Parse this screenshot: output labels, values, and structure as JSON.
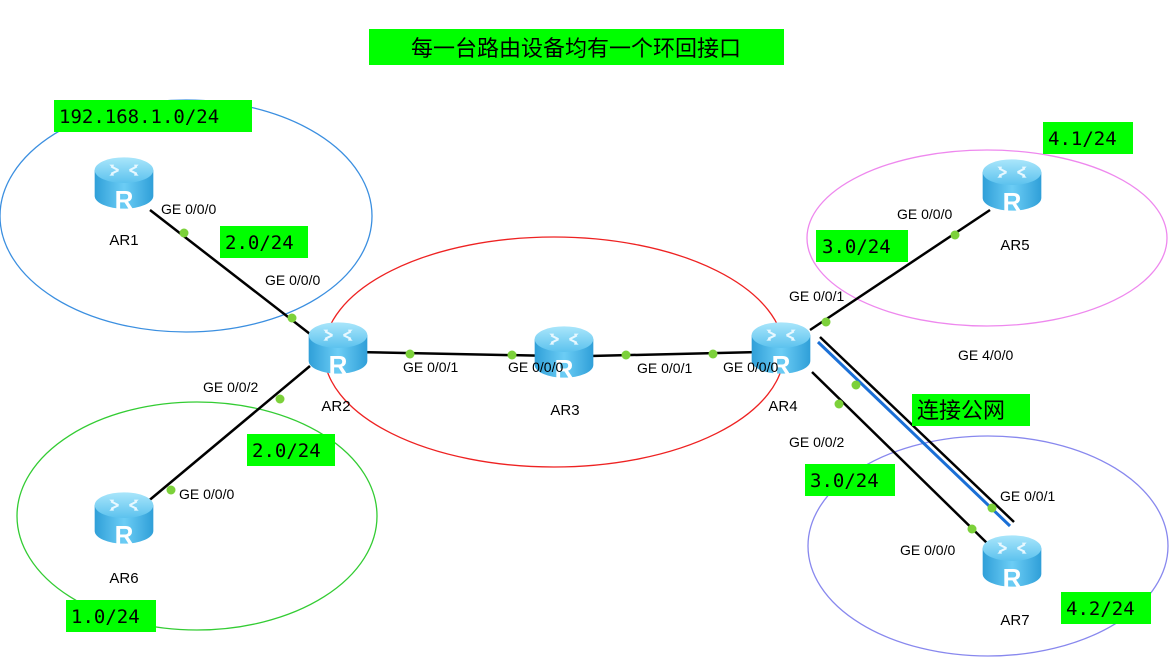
{
  "title": "每一台路由设备均有一个环回接口",
  "routers": [
    {
      "id": "ar1",
      "name": "AR1",
      "glyph": "R"
    },
    {
      "id": "ar2",
      "name": "AR2",
      "glyph": "R"
    },
    {
      "id": "ar3",
      "name": "AR3",
      "glyph": "R"
    },
    {
      "id": "ar4",
      "name": "AR4",
      "glyph": "R"
    },
    {
      "id": "ar5",
      "name": "AR5",
      "glyph": "R"
    },
    {
      "id": "ar6",
      "name": "AR6",
      "glyph": "R"
    },
    {
      "id": "ar7",
      "name": "AR7",
      "glyph": "R"
    }
  ],
  "subnet_labels": {
    "ar1_loop": "192.168.1.0/24",
    "ar1_ar2": "2.0/24",
    "ar2_ar6": "2.0/24",
    "ar6_loop": "1.0/24",
    "ar4_ar5": "3.0/24",
    "ar5_loop": "4.1/24",
    "ar4_ar7": "3.0/24",
    "ar7_loop": "4.2/24",
    "public": "连接公网"
  },
  "ports": {
    "ar1_g000": "GE 0/0/0",
    "ar2_g000": "GE 0/0/0",
    "ar2_g002": "GE 0/0/2",
    "ar2_g001": "GE 0/0/1",
    "ar3_g000": "GE 0/0/0",
    "ar3_g001": "GE 0/0/1",
    "ar4_g000": "GE 0/0/0",
    "ar4_g001": "GE 0/0/1",
    "ar4_g002": "GE 0/0/2",
    "ar4_g400": "GE 4/0/0",
    "ar5_g000": "GE 0/0/0",
    "ar6_g000": "GE 0/0/0",
    "ar7_g000": "GE 0/0/0",
    "ar7_g001": "GE 0/0/1"
  },
  "colors": {
    "label_bg": "#00ff00",
    "zone_ar1": "#3b8fe0",
    "zone_ar6": "#33cc33",
    "zone_core": "#ee2222",
    "zone_ar5": "#ee88ee",
    "zone_ar7": "#8888ee",
    "link": "#000000",
    "public_link": "#1a6fd6",
    "port_dot": "#7cd13a",
    "router_blue": "#4fb6e8"
  }
}
